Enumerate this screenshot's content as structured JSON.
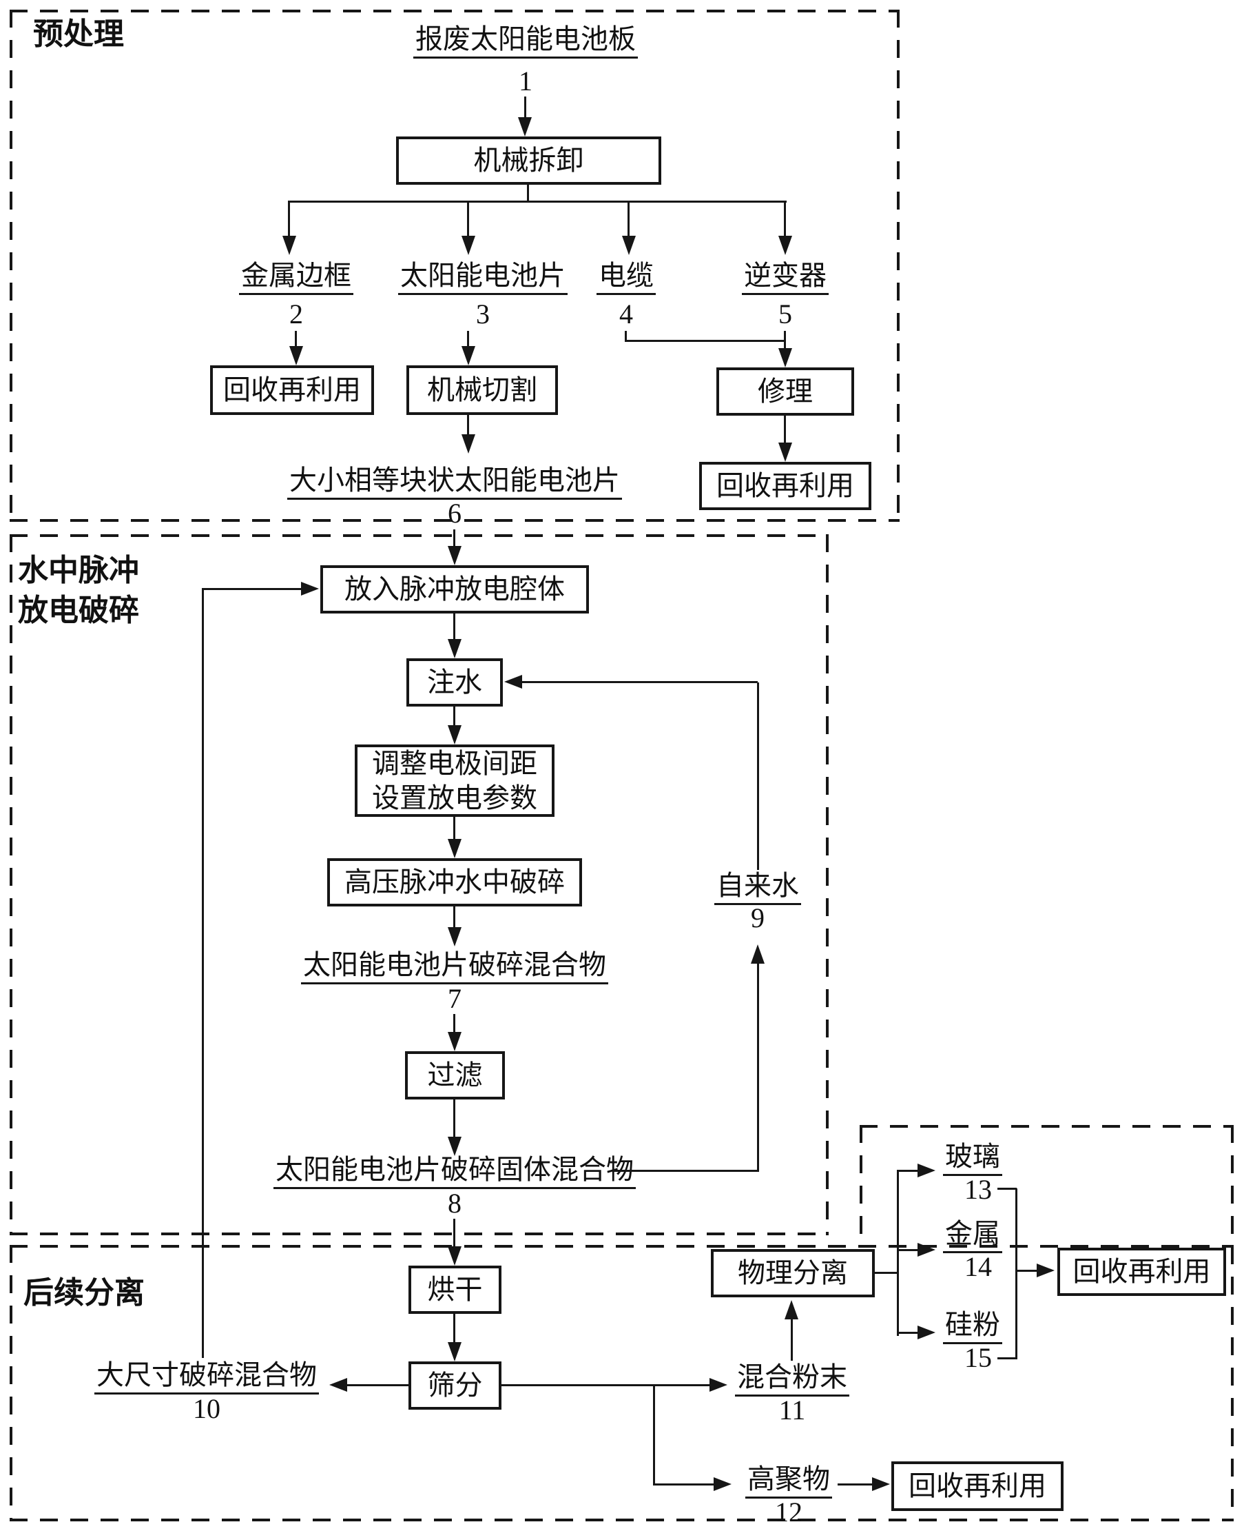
{
  "figure": {
    "background": "#ffffff",
    "line_color": "#161616"
  },
  "sections": {
    "pretreatment": {
      "label": "预处理"
    },
    "pulse_crushing": {
      "label_line1": "水中脉冲",
      "label_line2": "放电破碎"
    },
    "subsequent_separation": {
      "label": "后续分离"
    }
  },
  "nodes": {
    "scrap_panel": {
      "label": "报废太阳能电池板",
      "num": "1"
    },
    "mech_disassembly": {
      "label": "机械拆卸"
    },
    "metal_frame": {
      "label": "金属边框",
      "num": "2"
    },
    "solar_cells": {
      "label": "太阳能电池片",
      "num": "3"
    },
    "cable": {
      "label": "电缆",
      "num": "4"
    },
    "inverter": {
      "label": "逆变器",
      "num": "5"
    },
    "recycle_1": {
      "label": "回收再利用"
    },
    "mech_cutting": {
      "label": "机械切割"
    },
    "repair": {
      "label": "修理"
    },
    "recycle_2": {
      "label": "回收再利用"
    },
    "equal_blocks": {
      "label": "大小相等块状太阳能电池片",
      "num": "6"
    },
    "into_chamber": {
      "label": "放入脉冲放电腔体"
    },
    "inject_water": {
      "label": "注水"
    },
    "adjust_params": {
      "label_line1": "调整电极间距",
      "label_line2": "设置放电参数"
    },
    "hv_crush": {
      "label": "高压脉冲水中破碎"
    },
    "crush_mixture": {
      "label": "太阳能电池片破碎混合物",
      "num": "7"
    },
    "filter": {
      "label": "过滤"
    },
    "solid_mixture": {
      "label": "太阳能电池片破碎固体混合物",
      "num": "8"
    },
    "tap_water": {
      "label": "自来水",
      "num": "9"
    },
    "drying": {
      "label": "烘干"
    },
    "sieving": {
      "label": "筛分"
    },
    "large_mixture": {
      "label": "大尺寸破碎混合物",
      "num": "10"
    },
    "mixed_powder": {
      "label": "混合粉末",
      "num": "11"
    },
    "physical_separation": {
      "label": "物理分离"
    },
    "polymer": {
      "label": "高聚物",
      "num": "12"
    },
    "glass": {
      "label": "玻璃",
      "num": "13"
    },
    "metal": {
      "label": "金属",
      "num": "14"
    },
    "silicon_powder": {
      "label": "硅粉",
      "num": "15"
    },
    "recycle_3": {
      "label": "回收再利用"
    },
    "recycle_4": {
      "label": "回收再利用"
    }
  }
}
